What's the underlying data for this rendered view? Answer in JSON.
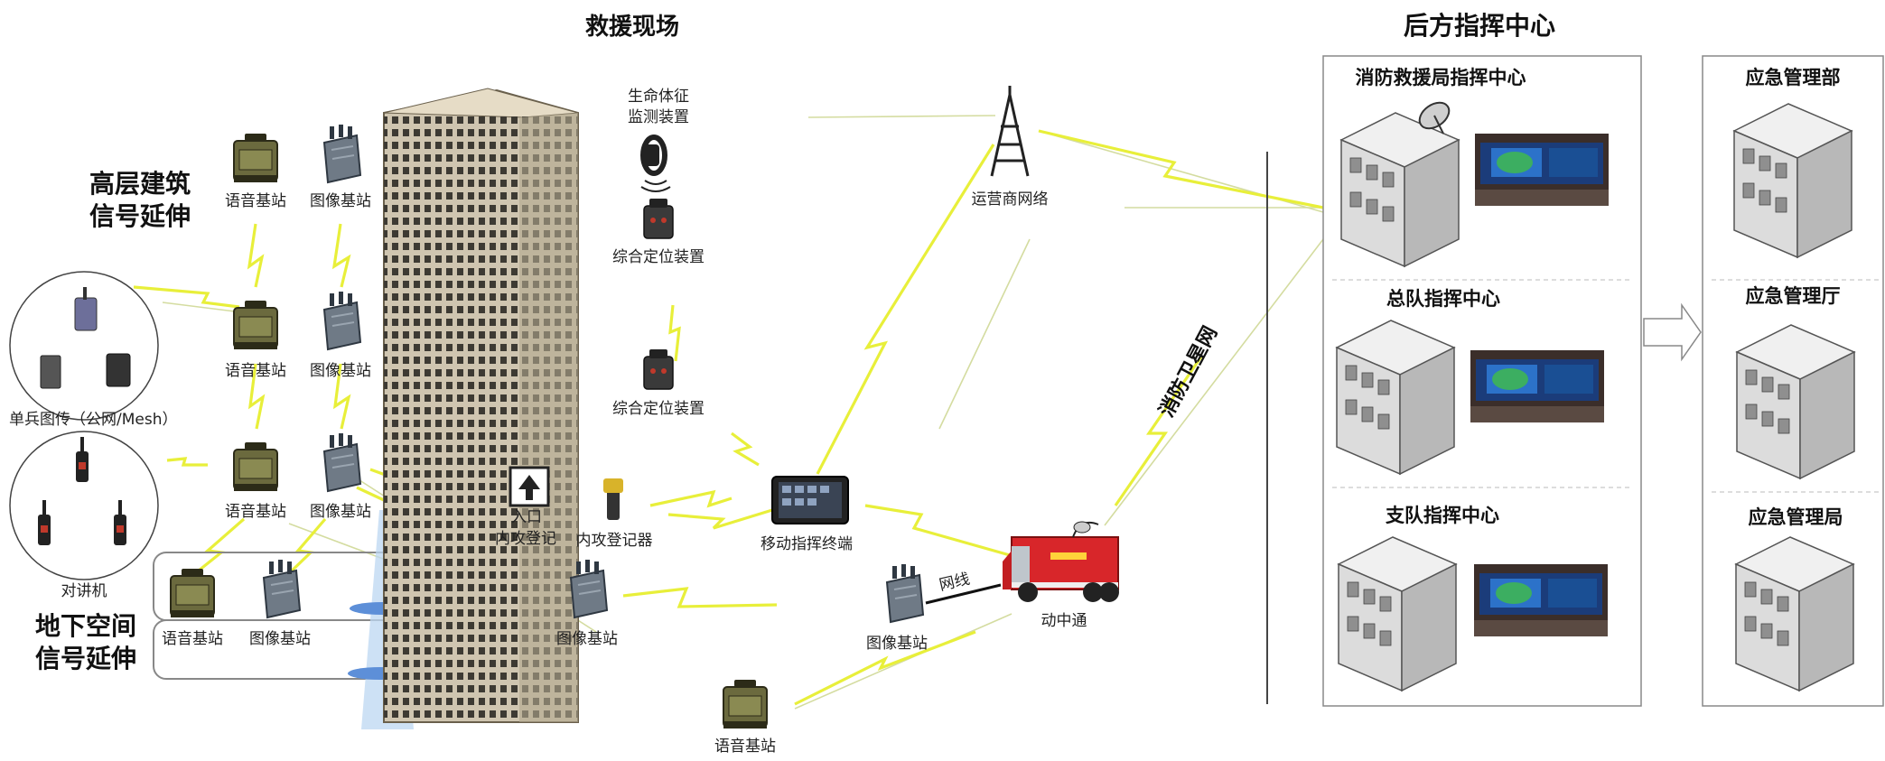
{
  "headers": {
    "scene": "救援现场",
    "rear": "后方指挥中心"
  },
  "zones": {
    "highrise_line1": "高层建筑",
    "highrise_line2": "信号延伸",
    "underground_line1": "地下空间",
    "underground_line2": "信号延伸"
  },
  "labels": {
    "voice_bs": "语音基站",
    "image_bs": "图像基站",
    "soldier_tx": "单兵图传（公网/Mesh）",
    "walkie": "对讲机",
    "vitals_line1": "生命体征",
    "vitals_line2": "监测装置",
    "positioning": "综合定位装置",
    "entry_sign": "入口",
    "entry_reg": "内攻登记",
    "entry_recorder": "内攻登记器",
    "mobile_terminal": "移动指挥终端",
    "carrier_net": "运营商网络",
    "fire_satnet": "消防卫星网",
    "vehicle": "动中通",
    "network_cable": "网线"
  },
  "command_centers": [
    {
      "title": "消防救援局指挥中心"
    },
    {
      "title": "总队指挥中心"
    },
    {
      "title": "支队指挥中心"
    }
  ],
  "emergency_mgmt": [
    {
      "title": "应急管理部"
    },
    {
      "title": "应急管理厅"
    },
    {
      "title": "应急管理局"
    }
  ],
  "colors": {
    "signal_bolt": "#e8ef3a",
    "building_facade": "#cfc5b0",
    "truck_red": "#d8262a"
  }
}
